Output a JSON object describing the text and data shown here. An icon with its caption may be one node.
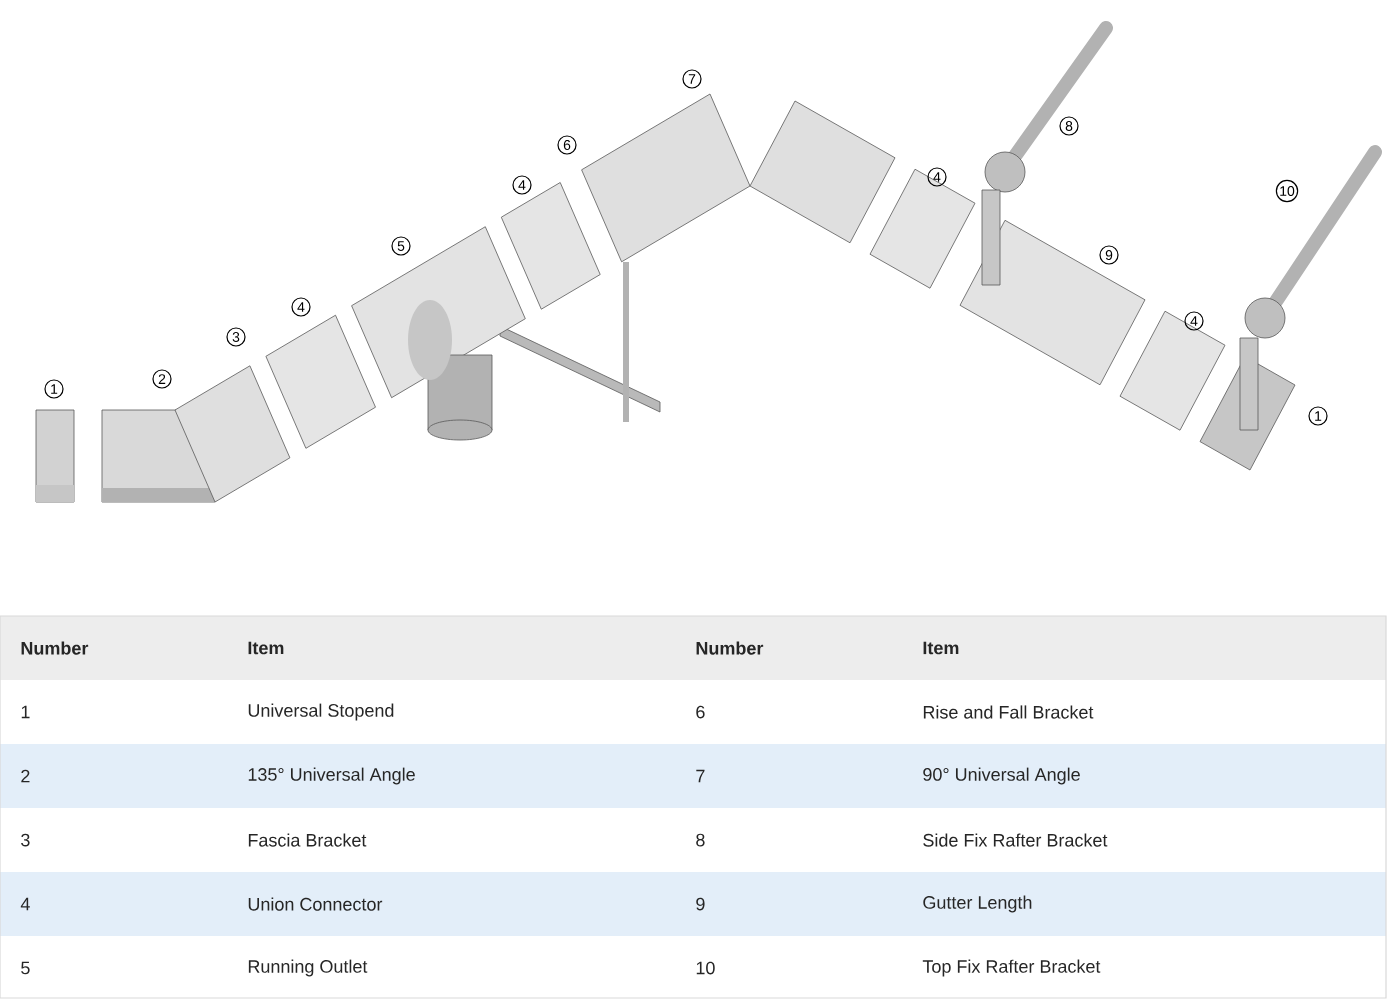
{
  "diagram": {
    "labels": [
      "1",
      "2",
      "3",
      "4",
      "5",
      "4",
      "6",
      "7",
      "4",
      "8",
      "10",
      "9",
      "4",
      "1",
      "Number",
      "Item",
      "Number",
      "Item",
      "1",
      "Universal Stopend",
      "6",
      "Rise and Fall Bracket",
      "2",
      "135° Universal Angle",
      "7",
      "90° Universal Angle",
      "3",
      "Fascia Bracket",
      "8",
      "Side Fix Rafter Bracket",
      "4",
      "Union Connector",
      "9",
      "Gutter Length",
      "5",
      "Running Outlet",
      "10",
      "Top Fix Rafter Bracket"
    ]
  }
}
